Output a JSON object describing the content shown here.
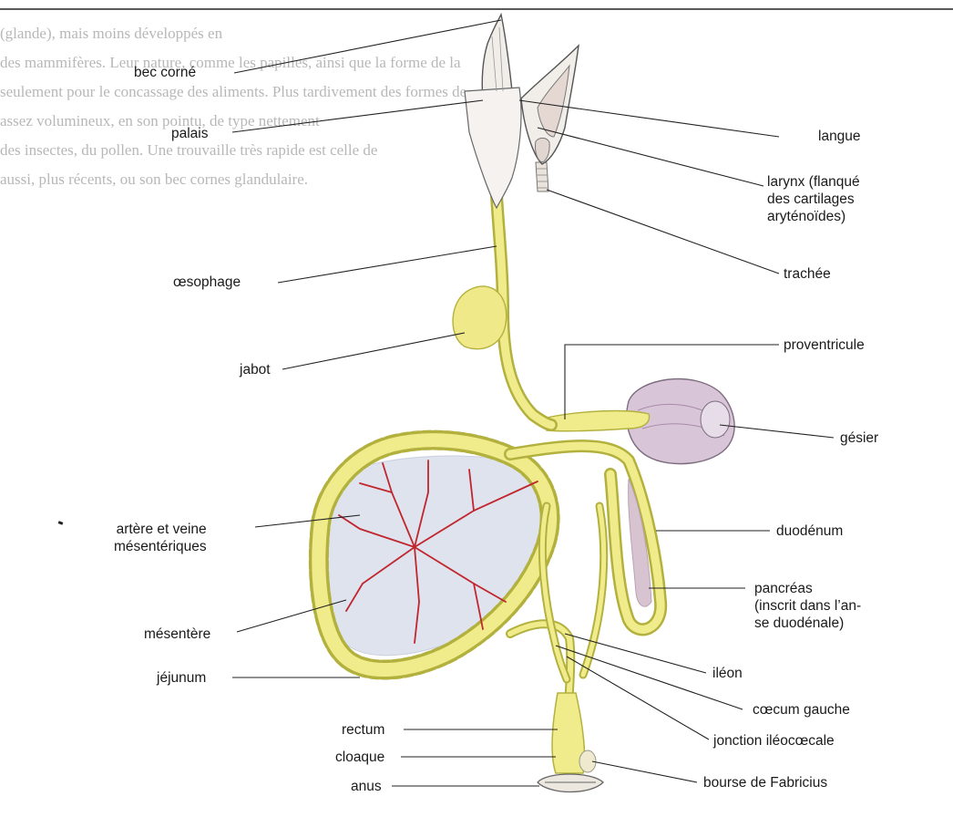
{
  "labels": {
    "bec_corne": "bec corné",
    "palais": "palais",
    "oesophage": "œsophage",
    "jabot": "jabot",
    "artere_veine": "artère et veine\nmésentériques",
    "mesentere": "mésentère",
    "jejunum": "jéjunum",
    "rectum": "rectum",
    "cloaque": "cloaque",
    "anus": "anus",
    "langue": "langue",
    "larynx": "larynx (flanqué\ndes cartilages\naryténoïdes)",
    "trachee": "trachée",
    "proventricule": "proventricule",
    "gesier": "gésier",
    "duodenum": "duodénum",
    "pancreas": "pancréas\n(inscrit dans l’an-\nse duodénale)",
    "ileon": "iléon",
    "caecum_gauche": "cœcum gauche",
    "jonction": "jonction iléocœcale",
    "bourse": "bourse de Fabricius"
  },
  "background_text": [
    "(glande), mais moins développés en",
    "des mammifères. Leur nature, comme les papilles, ainsi que la forme de la",
    "seulement pour le concassage des aliments. Plus tardivement des formes de",
    "assez volumineux, en son pointu, de type nettement",
    "des insectes, du pollen. Une trouvaille très rapide est celle de",
    "aussi, plus récents, ou son bec cornes glandulaire."
  ],
  "colors": {
    "gut": "#f0ec8c",
    "gut_outline": "#b3b13e",
    "vessels": "#c0262d",
    "mesentery": "#dfe3ee",
    "gizzard": "#d8c6d8",
    "beak": "#f1eeea",
    "leader": "#222222"
  }
}
